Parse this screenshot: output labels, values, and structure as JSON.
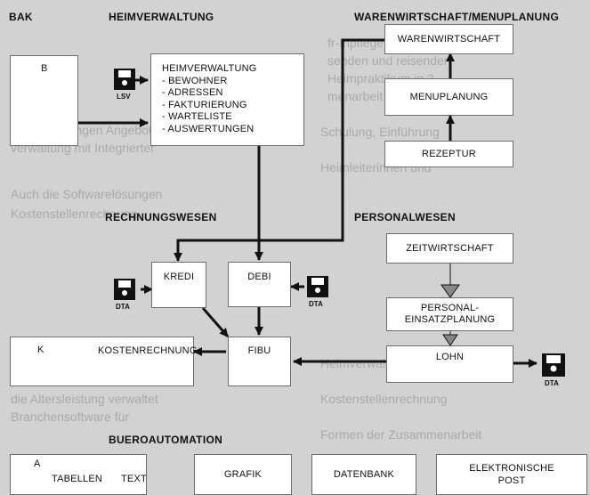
{
  "sections": {
    "bak": "BAK",
    "heimverwaltung": "HEIMVERWALTUNG",
    "warenwirtschaft_menuplanung": "WARENWIRTSCHAFT/MENUPLANUNG",
    "rechnungswesen": "RECHNUNGSWESEN",
    "personalwesen": "PERSONALWESEN",
    "bueroautomation": "BUEROAUTOMATION"
  },
  "boxes": {
    "bak_box": "B",
    "heim_title": "HEIMVERWALTUNG",
    "heim_items": [
      "- BEWOHNER",
      "- ADRESSEN",
      "- FAKTURIERUNG",
      "- WARTELISTE",
      "- AUSWERTUNGEN"
    ],
    "warenwirtschaft": "WARENWIRTSCHAFT",
    "menuplanung": "MENUPLANUNG",
    "rezeptur": "REZEPTUR",
    "kredi": "KREDI",
    "debi": "DEBI",
    "kostenrechnung_corner": "K",
    "kostenrechnung": "KOSTENRECHNUNG",
    "fibu": "FIBU",
    "zeitwirtschaft": "ZEITWIRTSCHAFT",
    "personaleinsatz_1": "PERSONAL-",
    "personaleinsatz_2": "EINSATZPLANUNG",
    "lohn": "LOHN",
    "buero_corner": "A",
    "tabellen": "TABELLEN",
    "text": "TEXT",
    "grafik": "GRAFIK",
    "datenbank": "DATENBANK",
    "post_1": "ELEKTRONISCHE",
    "post_2": "POST"
  },
  "icons": [
    {
      "name": "floppy-disk-icon",
      "label": "LSV"
    },
    {
      "name": "floppy-disk-icon",
      "label": "DTA"
    },
    {
      "name": "floppy-disk-icon",
      "label": "DTA"
    },
    {
      "name": "floppy-disk-icon",
      "label": "DTA"
    }
  ]
}
